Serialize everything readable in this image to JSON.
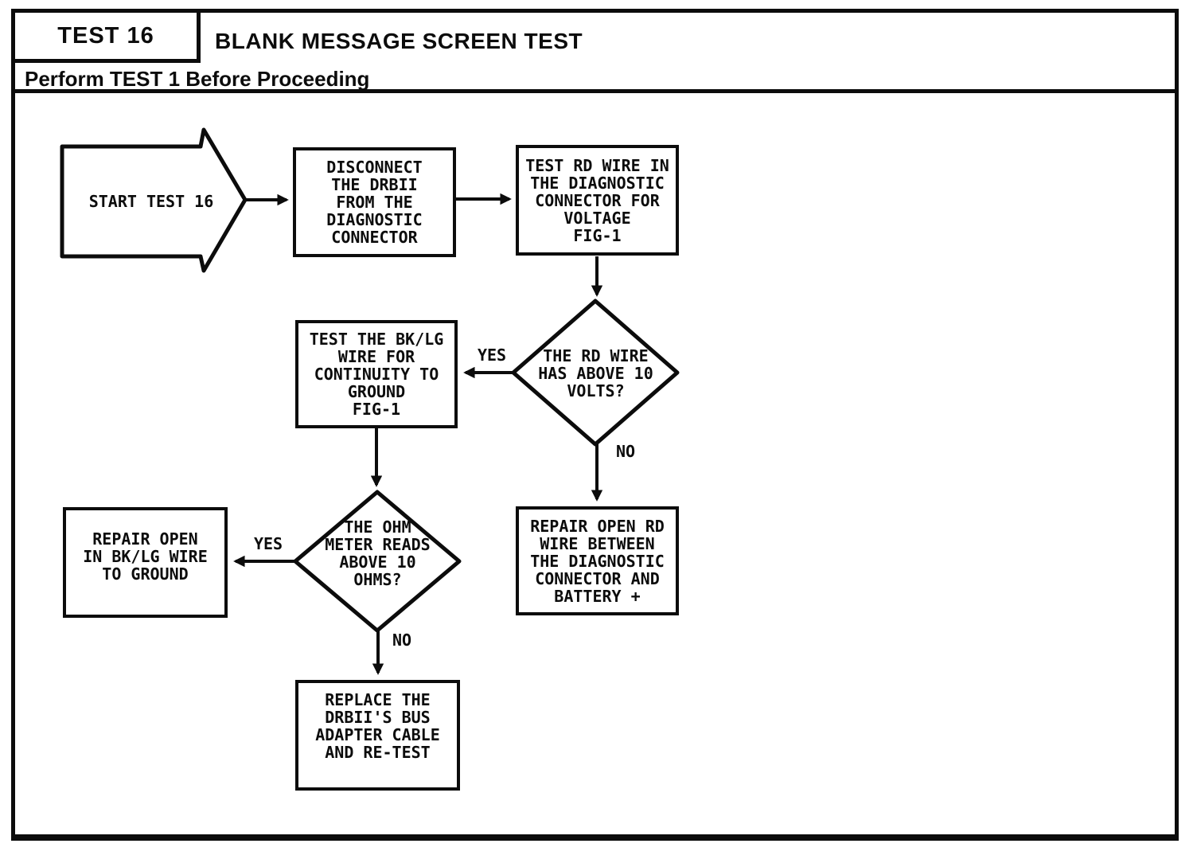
{
  "header": {
    "test_label": "TEST 16",
    "title": "BLANK MESSAGE SCREEN TEST",
    "instruction": "Perform TEST 1 Before Proceeding"
  },
  "flowchart": {
    "start": "START TEST 16",
    "steps": {
      "disconnect": "DISCONNECT\nTHE DRBII\nFROM THE\nDIAGNOSTIC\nCONNECTOR",
      "test_rd_wire": "TEST RD WIRE IN\nTHE DIAGNOSTIC\nCONNECTOR FOR\nVOLTAGE\nFIG-1",
      "rd_wire_decision": "THE RD WIRE\nHAS ABOVE 10\nVOLTS?",
      "test_bklg_wire": "TEST THE BK/LG\nWIRE FOR\nCONTINUITY TO\nGROUND\nFIG-1",
      "repair_rd_wire": "REPAIR OPEN RD\nWIRE BETWEEN\nTHE DIAGNOSTIC\nCONNECTOR AND\nBATTERY +",
      "ohm_decision": "THE OHM\nMETER READS\nABOVE 10\nOHMS?",
      "repair_bklg_wire": "REPAIR OPEN\nIN BK/LG WIRE\nTO GROUND",
      "replace_cable": "REPLACE THE\nDRBII'S BUS\nADAPTER CABLE\nAND RE-TEST"
    },
    "labels": {
      "rd_yes": "YES",
      "rd_no": "NO",
      "ohm_yes": "YES",
      "ohm_no": "NO"
    }
  },
  "colors": {
    "ink": "#0c0c0c",
    "paper": "#ffffff"
  }
}
